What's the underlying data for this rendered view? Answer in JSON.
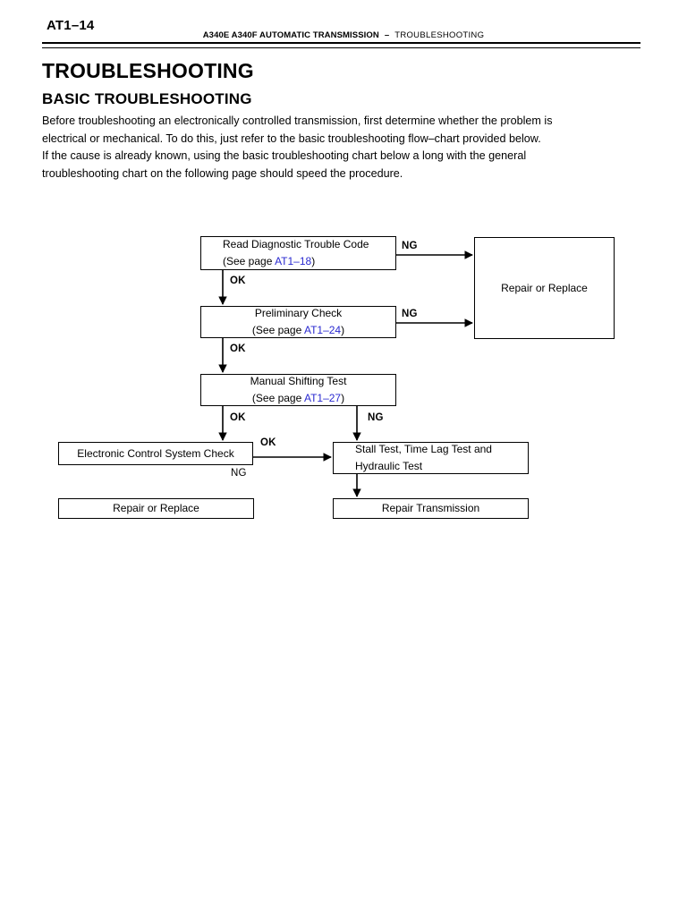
{
  "header": {
    "page_number": "AT1–14",
    "manual_title": "A340E A340F AUTOMATIC TRANSMISSION",
    "separator": "–",
    "section": "TROUBLESHOOTING"
  },
  "document": {
    "title": "TROUBLESHOOTING",
    "subtitle": "BASIC TROUBLESHOOTING",
    "paragraph_lines": [
      "Before troubleshooting an electronically controlled transmission, first determine whether the problem is",
      "electrical or mechanical. To do this, just refer to the basic troubleshooting flow–chart provided below.",
      "If the cause is already known, using the basic troubleshooting chart below a long with the general",
      "troubleshooting chart on the following page should speed the procedure."
    ]
  },
  "colors": {
    "link": "#2a2ad0",
    "text": "#000000",
    "background": "#ffffff"
  },
  "flowchart": {
    "nodes": {
      "read_dtc": {
        "line1": "Read Diagnostic Trouble Code",
        "line2_prefix": "(See page ",
        "line2_link": "AT1–18",
        "line2_suffix": ")"
      },
      "preliminary_check": {
        "line1": "Preliminary Check",
        "line2_prefix": "(See page ",
        "line2_link": "AT1–24",
        "line2_suffix": ")"
      },
      "manual_shifting_test": {
        "line1": "Manual Shifting Test",
        "line2_prefix": "(See page ",
        "line2_link": "AT1–27",
        "line2_suffix": ")"
      },
      "repair_or_replace_top": {
        "line1": "Repair or Replace"
      },
      "electronic_control_system_check": {
        "line1": "Electronic Control System Check"
      },
      "stall_test": {
        "line1": "Stall Test, Time Lag Test and",
        "line2": "Hydraulic Test"
      },
      "repair_or_replace_bottom": {
        "line1": "Repair or Replace"
      },
      "repair_transmission": {
        "line1": "Repair Transmission"
      }
    },
    "labels": {
      "ok_read_to_prelim": "OK",
      "ok_prelim_to_manual": "OK",
      "ok_manual_to_ecs": "OK",
      "ok_ecs_to_stall": "OK",
      "ng_read_to_repair": "NG",
      "ng_prelim_to_repair": "NG",
      "ng_manual_to_stall": "NG",
      "ng_ecs_to_repair": "NG"
    }
  }
}
